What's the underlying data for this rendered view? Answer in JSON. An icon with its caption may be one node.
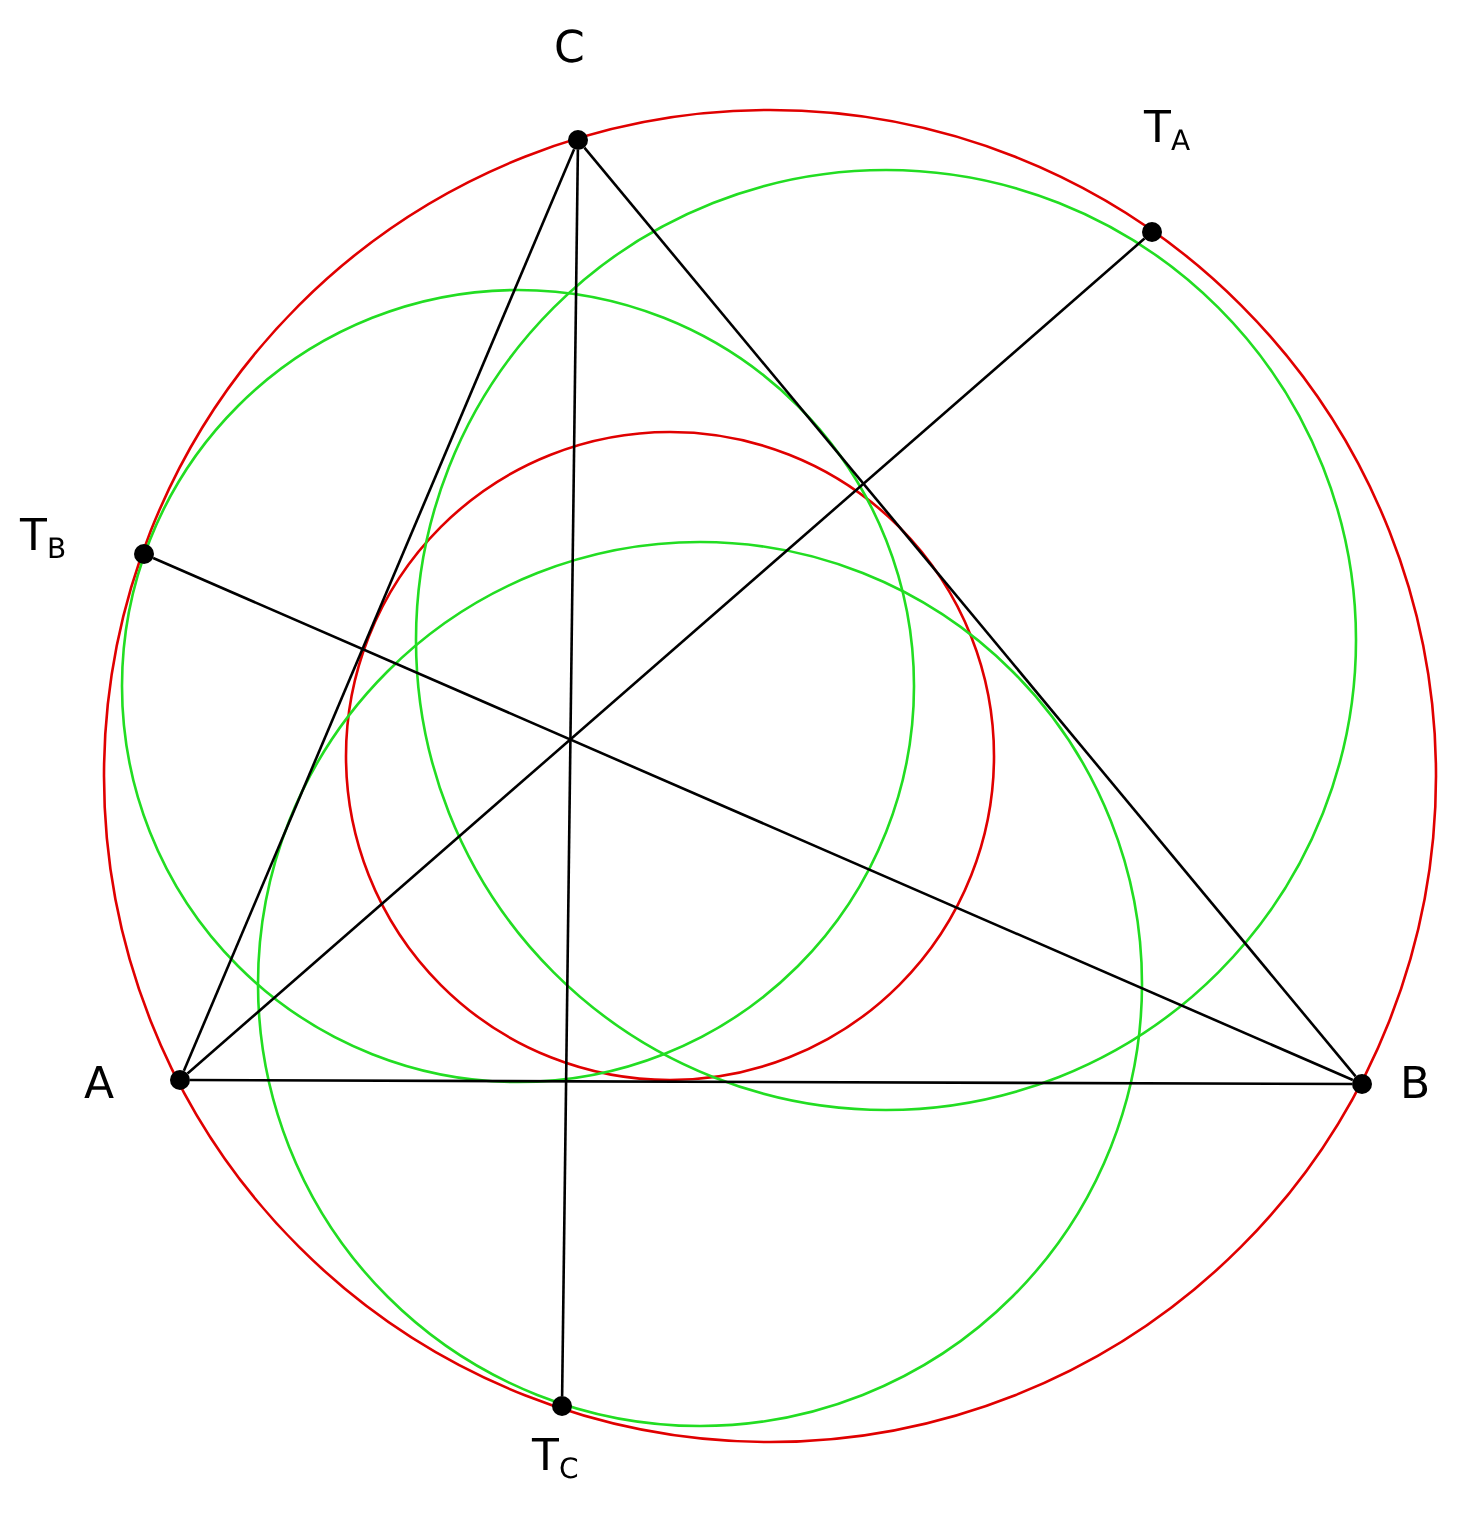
{
  "diagram": {
    "nodes": [
      {
        "text": [
          "C"
        ]
      },
      {
        "text": [
          "T$_{A}$"
        ]
      },
      {
        "text": [
          "T$_{B}$"
        ]
      },
      {
        "text": [
          "A"
        ]
      },
      {
        "text": [
          "B"
        ]
      },
      {
        "text": [
          "T$_{C}$"
        ]
      }
    ],
    "edges": [
      {
        "from": 3,
        "to": 4,
        "arrow": "none"
      },
      {
        "from": 4,
        "to": 0,
        "arrow": "none"
      },
      {
        "from": 0,
        "to": 3,
        "arrow": "none"
      },
      {
        "from": 3,
        "to": 1,
        "arrow": "none"
      },
      {
        "from": 4,
        "to": 2,
        "arrow": "none"
      },
      {
        "from": 0,
        "to": 5,
        "arrow": "none"
      }
    ]
  }
}
